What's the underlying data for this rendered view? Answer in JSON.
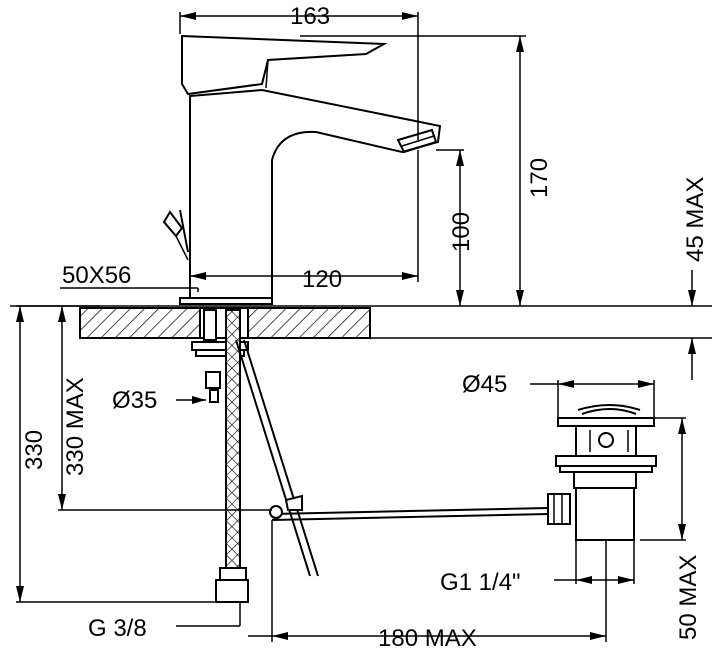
{
  "dimensions": {
    "width_total": "163",
    "height_total": "170",
    "spout_height": "100",
    "max_thickness": "45 MAX",
    "base_size": "50X56",
    "spout_reach": "120",
    "hole_diameter": "Ø35",
    "hose_length_a": "330",
    "hose_length_b": "330 MAX",
    "supply_thread": "G 3/8",
    "drain_reach": "180 MAX",
    "waste_diameter": "Ø45",
    "waste_thread": "G1 1/4\"",
    "waste_drop": "50 MAX"
  }
}
